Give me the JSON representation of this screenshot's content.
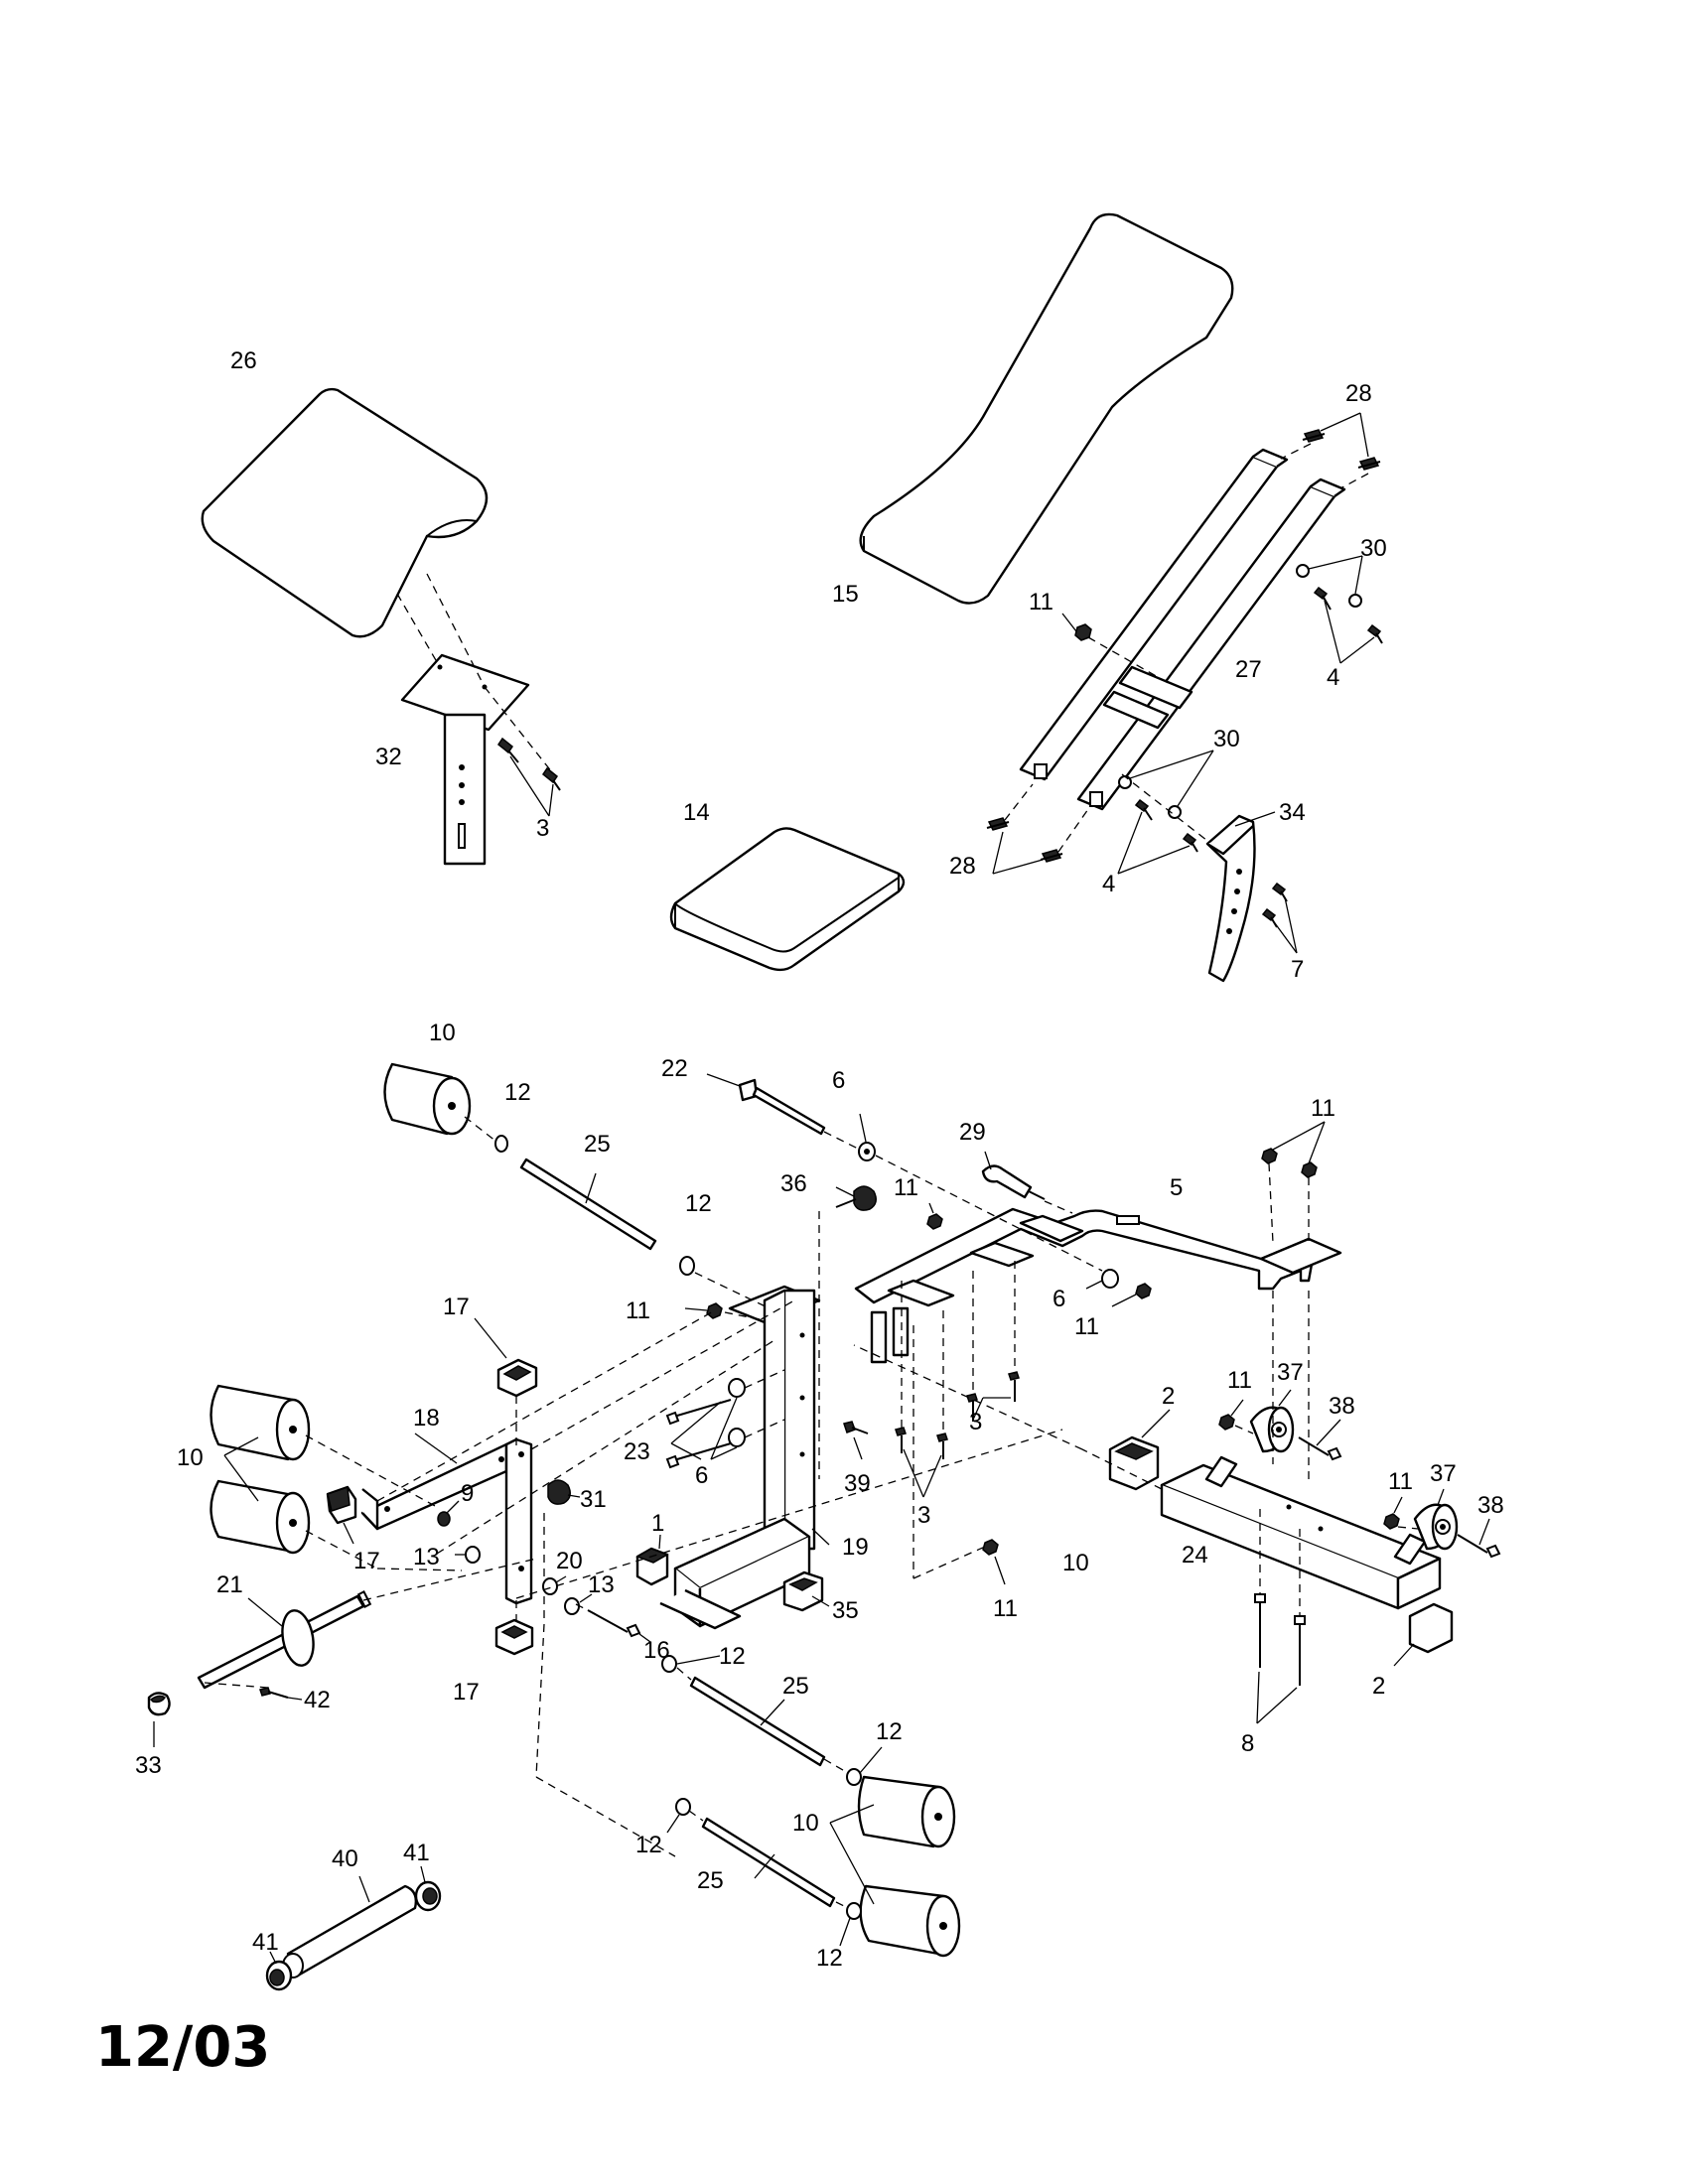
{
  "title": "",
  "date_code": "12/03",
  "callouts": {
    "c26": "26",
    "c32": "32",
    "c3a": "3",
    "c15": "15",
    "c28a": "28",
    "c30a": "30",
    "c11a": "11",
    "c27": "27",
    "c4a": "4",
    "c30b": "30",
    "c34": "34",
    "c28b": "28",
    "c4b": "4",
    "c7": "7",
    "c14": "14",
    "c10a": "10",
    "c12a": "12",
    "c25a": "25",
    "c22": "22",
    "c6a": "6",
    "c29": "29",
    "c11b": "11",
    "c5": "5",
    "c36": "36",
    "c11c": "11",
    "c12b": "12",
    "c11d": "11",
    "c6b": "6",
    "c11e": "11",
    "c17a": "17",
    "c18": "18",
    "c10b": "10",
    "c9": "9",
    "c17b": "17",
    "c13a": "13",
    "c31": "31",
    "c20": "20",
    "c13b": "13",
    "c23": "23",
    "c6c": "6",
    "c1": "1",
    "c39": "39",
    "c3b": "3",
    "c3c": "3",
    "c19": "19",
    "c2a": "2",
    "c11f": "11",
    "c37a": "37",
    "c38a": "38",
    "c11g": "11",
    "c37b": "37",
    "c38b": "38",
    "c10c": "10",
    "c24": "24",
    "c35": "35",
    "c11h": "11",
    "c16": "16",
    "c12c": "12",
    "c2b": "2",
    "c21": "21",
    "c17c": "17",
    "c25b": "25",
    "c12d": "12",
    "c8": "8",
    "c33": "33",
    "c42": "42",
    "c10d": "10",
    "c12e": "12",
    "c25c": "25",
    "c12f": "12",
    "c41a": "41",
    "c40": "40",
    "c41b": "41"
  }
}
